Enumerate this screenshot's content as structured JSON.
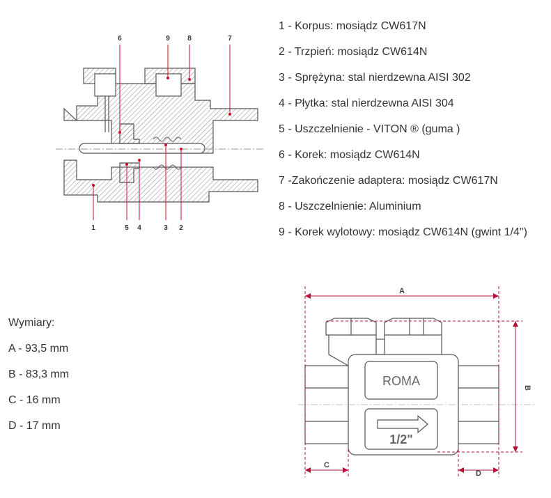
{
  "colors": {
    "outline": "#555555",
    "hatch": "#8a8a8a",
    "leader": "#c8102e",
    "dimension": "#b5123a",
    "text": "#333333"
  },
  "section": {
    "callouts_top": [
      "6",
      "9",
      "8",
      "7"
    ],
    "callouts_bottom": [
      "1",
      "5",
      "4",
      "3",
      "2"
    ]
  },
  "parts": [
    "1 - Korpus: mosiądz CW617N",
    "2 - Trzpień: mosiądz CW614N",
    "3 - Sprężyna: stal nierdzewna AISI 302",
    "4 - Płytka: stal nierdzewna AISI 304",
    "5 - Uszczelnienie - VITON ® (guma )",
    "6 - Korek: mosiądz CW614N",
    "7 -Zakończenie adaptera: mosiądz CW617N",
    "8 - Uszczelnienie: Aluminium",
    "9 - Korek wylotowy: mosiądz CW614N (gwint 1/4\")"
  ],
  "dimensions": {
    "title": "Wymiary:",
    "items": [
      "A - 93,5 mm",
      "B - 83,3 mm",
      "C - 16 mm",
      "D - 17 mm"
    ]
  },
  "outer_view": {
    "labels": {
      "a": "A",
      "b": "B",
      "c": "C",
      "d": "D"
    },
    "brand": "ROMA",
    "size": "1/2\""
  }
}
